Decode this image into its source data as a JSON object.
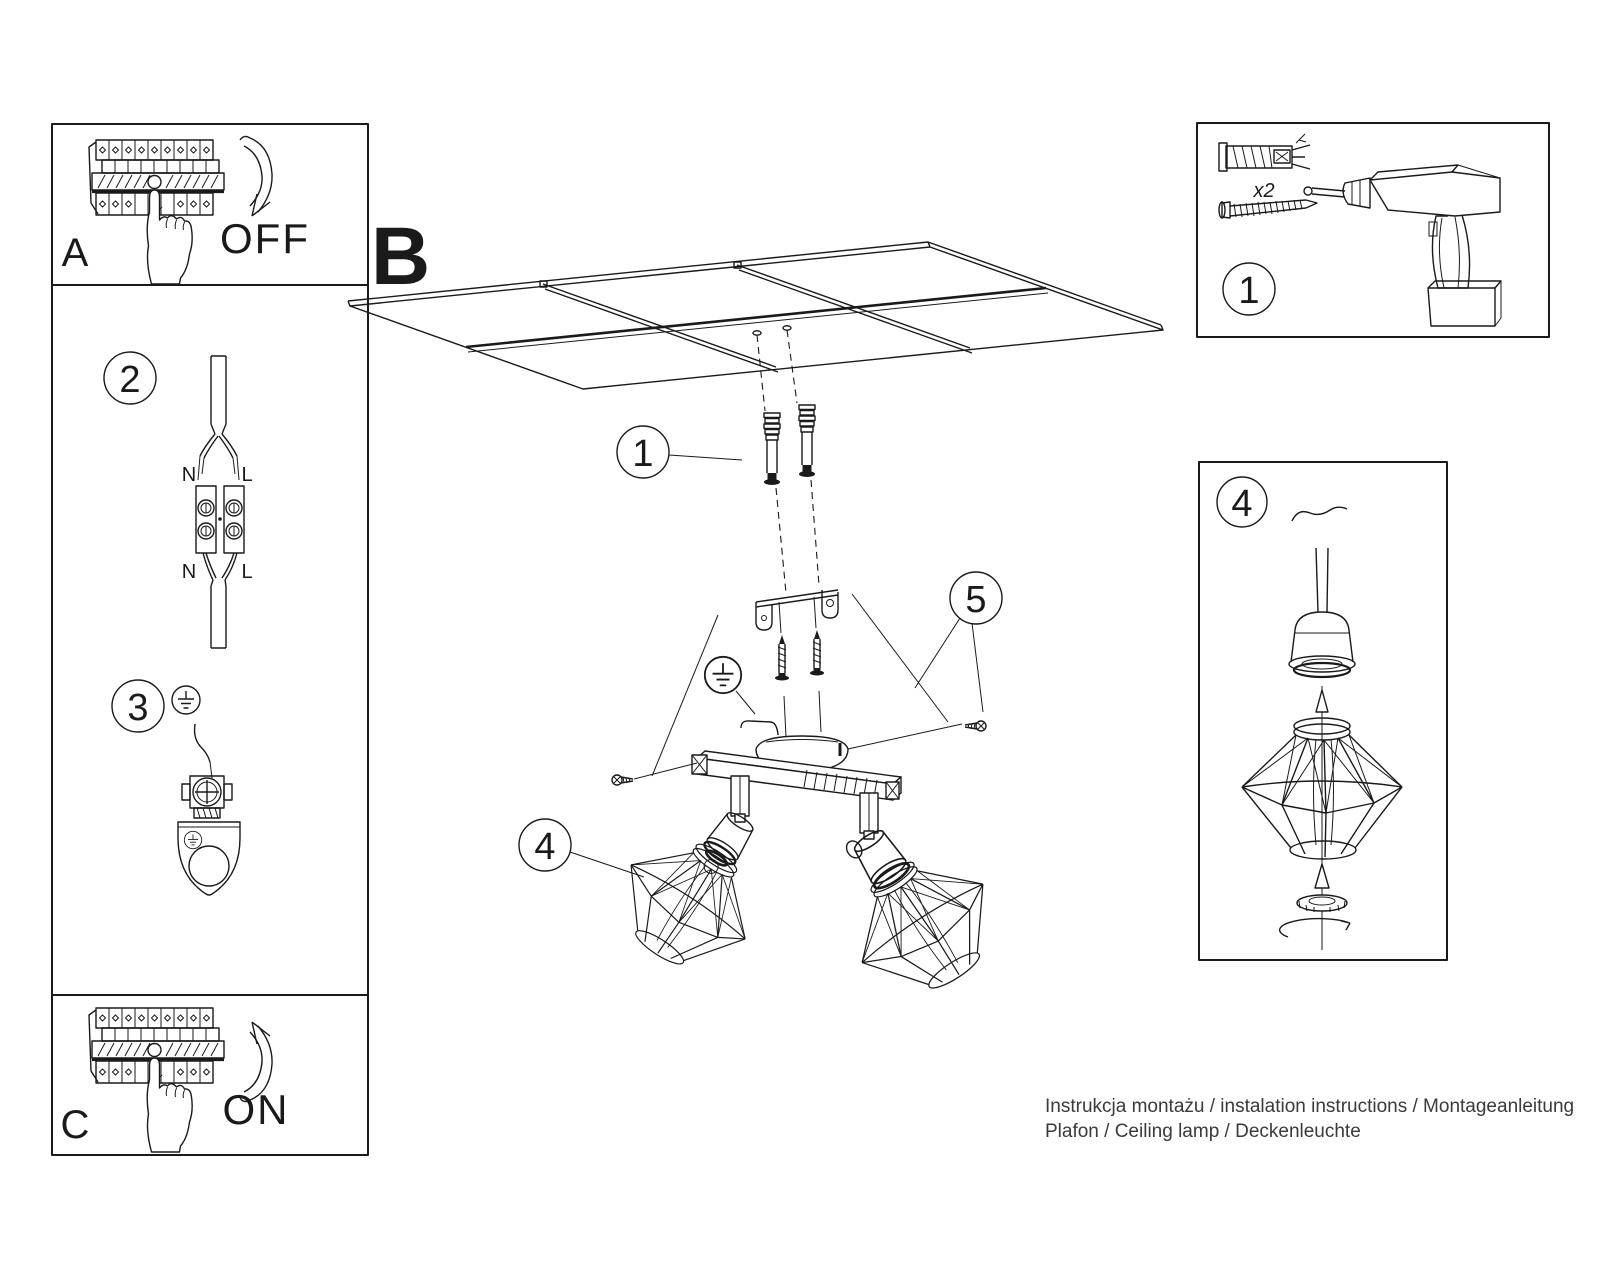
{
  "panels": {
    "power_off": {
      "label": "A",
      "state": "OFF"
    },
    "power_on": {
      "label": "C",
      "state": "ON"
    },
    "main": {
      "label": "B",
      "callout_anchors": "1",
      "callout_screws": "5",
      "callout_shade": "4"
    },
    "tools": {
      "callout": "1",
      "quantity": "x2"
    },
    "wiring": {
      "callout": "2",
      "terminal_top_left": "N",
      "terminal_top_right": "L",
      "terminal_bottom_left": "N",
      "terminal_bottom_right": "L"
    },
    "grounding": {
      "callout": "3"
    },
    "shade": {
      "callout": "4"
    }
  },
  "footer": {
    "line1": "Instrukcja montażu / instalation instructions / Montageanleitung",
    "line2": "Plafon / Ceiling lamp / Deckenleuchte"
  }
}
